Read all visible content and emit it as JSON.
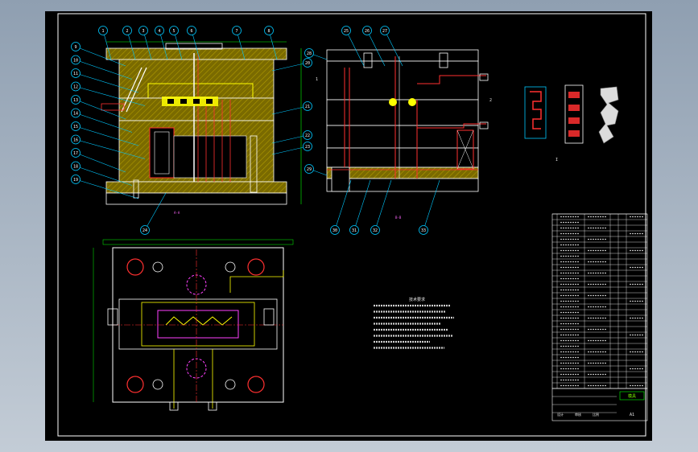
{
  "sheet": {
    "view_caption_left": "A-A",
    "view_caption_right": "B-B",
    "detail_label": "I",
    "annot_left": "1",
    "annot_right": "2",
    "notes_title": "技术要求"
  },
  "colors": {
    "frame": "#ffffff",
    "hatch": "#8b8b00",
    "cyan": "#00c8ff",
    "yellow": "#ffff00",
    "red": "#ff3030",
    "magenta": "#ff40ff",
    "green": "#00ff00"
  },
  "callouts_top_left": [
    "1",
    "2",
    "3",
    "4",
    "5",
    "6",
    "7",
    "8"
  ],
  "callouts_left_side": [
    "9",
    "10",
    "11",
    "12",
    "13",
    "14",
    "15",
    "16",
    "17",
    "18",
    "19"
  ],
  "callouts_mid_left": [
    "20",
    "21",
    "22",
    "23"
  ],
  "callouts_bottom_left": [
    "24"
  ],
  "callouts_top_right": [
    "25",
    "26",
    "27"
  ],
  "callouts_right_side": [
    "28",
    "29"
  ],
  "callouts_bottom_right": [
    "30",
    "31",
    "32",
    "33"
  ],
  "title_block": {
    "row_count": 31,
    "footer_cells": [
      "设计",
      "审核",
      "比例"
    ],
    "name_cell": "模具",
    "drawing_no": "A1"
  }
}
